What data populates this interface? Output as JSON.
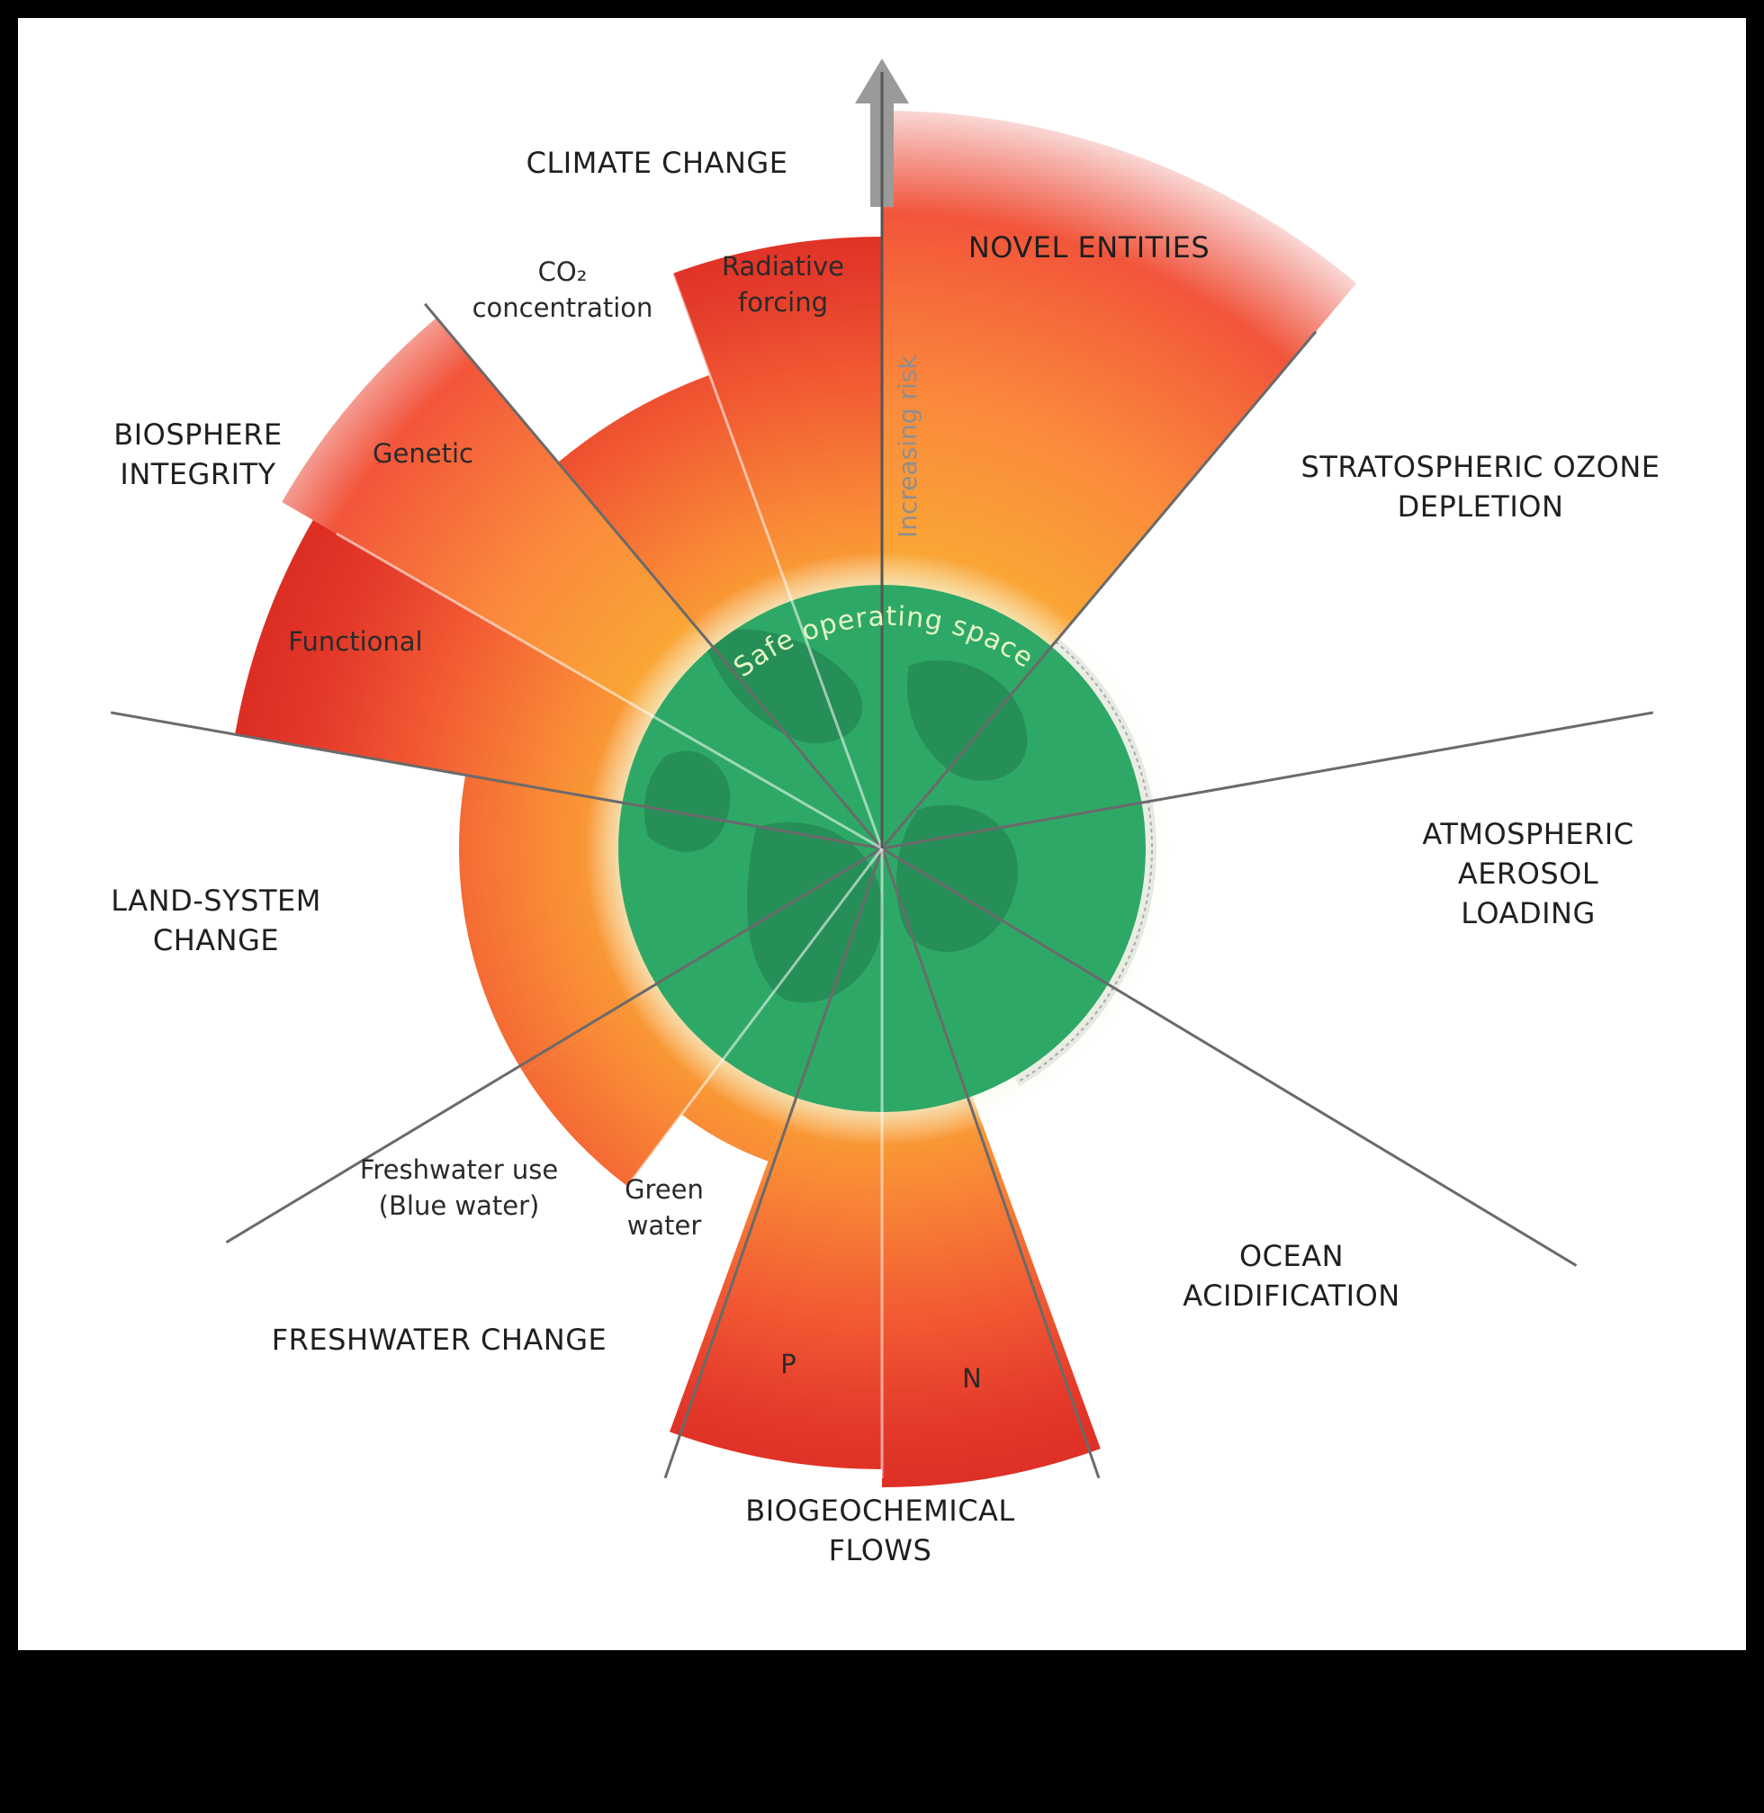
{
  "boundaries": [
    {
      "name": "CLIMATE CHANGE",
      "lines": [
        "CLIMATE CHANGE"
      ],
      "subs": [
        {
          "name": "CO2 concentration",
          "lines": [
            "CO₂",
            "concentration"
          ]
        },
        {
          "name": "Radiative forcing",
          "lines": [
            "Radiative",
            "forcing"
          ]
        }
      ]
    },
    {
      "name": "NOVEL ENTITIES",
      "lines": [
        "NOVEL ENTITIES"
      ]
    },
    {
      "name": "STRATOSPHERIC OZONE DEPLETION",
      "lines": [
        "STRATOSPHERIC OZONE",
        "DEPLETION"
      ]
    },
    {
      "name": "ATMOSPHERIC AEROSOL LOADING",
      "lines": [
        "ATMOSPHERIC",
        "AEROSOL",
        "LOADING"
      ]
    },
    {
      "name": "OCEAN ACIDIFICATION",
      "lines": [
        "OCEAN",
        "ACIDIFICATION"
      ]
    },
    {
      "name": "BIOGEOCHEMICAL FLOWS",
      "lines": [
        "BIOGEOCHEMICAL",
        "FLOWS"
      ],
      "subs": [
        {
          "name": "P",
          "lines": [
            "P"
          ]
        },
        {
          "name": "N",
          "lines": [
            "N"
          ]
        }
      ]
    },
    {
      "name": "FRESHWATER CHANGE",
      "lines": [
        "FRESHWATER CHANGE"
      ],
      "subs": [
        {
          "name": "Freshwater use (Blue water)",
          "lines": [
            "Freshwater use",
            "(Blue water)"
          ]
        },
        {
          "name": "Green water",
          "lines": [
            "Green",
            "water"
          ]
        }
      ]
    },
    {
      "name": "LAND-SYSTEM CHANGE",
      "lines": [
        "LAND-SYSTEM",
        "CHANGE"
      ]
    },
    {
      "name": "BIOSPHERE INTEGRITY",
      "lines": [
        "BIOSPHERE",
        "INTEGRITY"
      ],
      "subs": [
        {
          "name": "Genetic",
          "lines": [
            "Genetic"
          ]
        },
        {
          "name": "Functional",
          "lines": [
            "Functional"
          ]
        }
      ]
    }
  ],
  "center_label": "Safe operating space",
  "axis_label": "Increasing risk",
  "colors": {
    "background": "#000000",
    "panel": "#ffffff",
    "safe_zone": "#2ea866",
    "safe_glow": "#e7f7d2",
    "safe_text": "#e4f7c4",
    "axis_arrow": "#9a9a9a",
    "inner_orange": "#f9a533",
    "mid_orange": "#ff7a3d",
    "outer_red": "#e03324",
    "unquantified_grey": "#d8d8d8"
  }
}
